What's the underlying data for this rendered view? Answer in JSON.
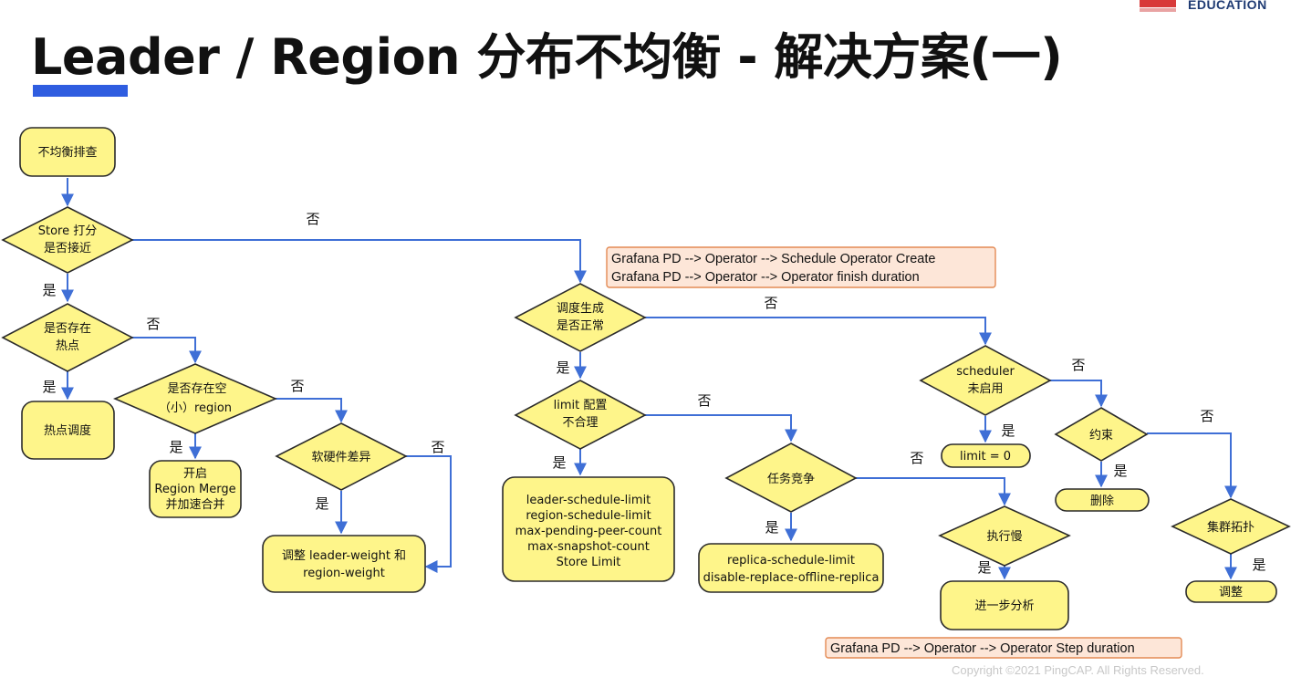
{
  "brand": {
    "edu_label": "EDUCATION"
  },
  "slide": {
    "title": "Leader / Region 分布不均衡 - 解决方案(一)",
    "copyright": "Copyright ©2021 PingCAP. All Rights Reserved."
  },
  "colors": {
    "node_fill": "#fef58a",
    "edge": "#3f6fd6",
    "note_fill": "#fde6d8",
    "note_border": "#e38a54",
    "title_bar": "#2f5de0"
  },
  "nodes": {
    "start": [
      "不均衡排查"
    ],
    "store_score": [
      "Store 打分",
      "是否接近"
    ],
    "hotspot": [
      "是否存在",
      "热点"
    ],
    "hot_schedule": [
      "热点调度"
    ],
    "empty_region": [
      "是否存在空",
      "（小）region"
    ],
    "region_merge": [
      "开启",
      "Region Merge",
      "并加速合并"
    ],
    "hw_diff": [
      "软硬件差异"
    ],
    "adjust_weight": [
      "调整 leader-weight 和",
      "region-weight"
    ],
    "schedule_gen": [
      "调度生成",
      "是否正常"
    ],
    "limit_config": [
      "limit 配置",
      "不合理"
    ],
    "limit_list": [
      "leader-schedule-limit",
      "region-schedule-limit",
      "max-pending-peer-count",
      "max-snapshot-count",
      "Store Limit"
    ],
    "task_compete": [
      "任务竞争"
    ],
    "replica_list": [
      "replica-schedule-limit",
      "disable-replace-offline-replica"
    ],
    "slow_exec": [
      "执行慢"
    ],
    "further": [
      "进一步分析"
    ],
    "scheduler_off": [
      "scheduler",
      "未启用"
    ],
    "limit_zero": [
      "limit = 0"
    ],
    "constraint": [
      "约束"
    ],
    "delete": [
      "删除"
    ],
    "topology": [
      "集群拓扑"
    ],
    "adjust": [
      "调整"
    ]
  },
  "notes": {
    "operator_note": [
      "Grafana PD --> Operator --> Schedule Operator Create",
      "Grafana PD --> Operator --> Operator finish duration"
    ],
    "step_note": [
      "Grafana PD --> Operator --> Operator Step duration"
    ]
  },
  "labels": {
    "yes": "是",
    "no": "否"
  }
}
